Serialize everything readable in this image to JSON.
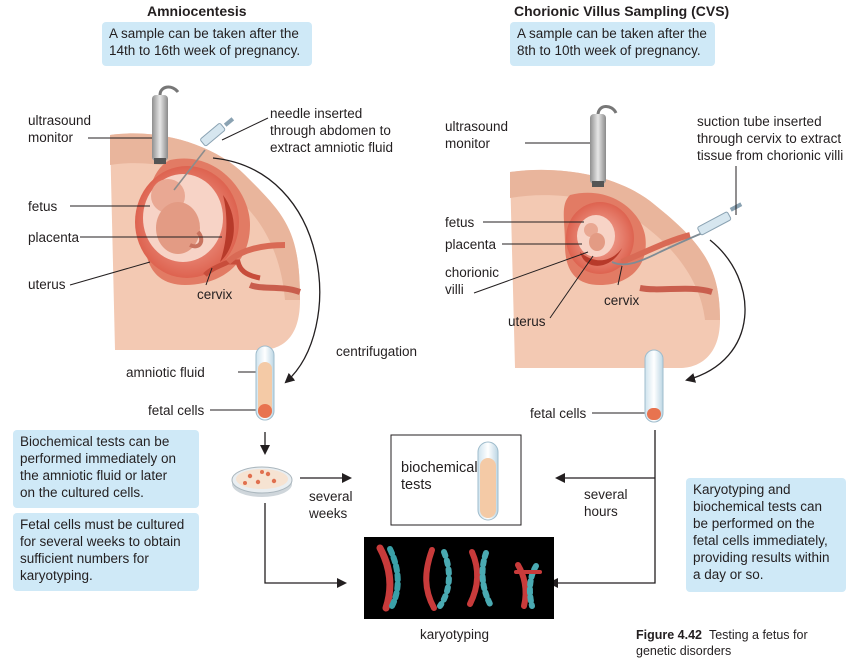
{
  "left": {
    "title": "Amniocentesis",
    "note_line1": "A sample can be taken after the",
    "note_line2": "14th to 16th week of pregnancy.",
    "ultrasound_1": "ultrasound",
    "ultrasound_2": "monitor",
    "needle_1": "needle inserted",
    "needle_2": "through abdomen to",
    "needle_3": "extract amniotic fluid",
    "fetus": "fetus",
    "placenta": "placenta",
    "uterus": "uterus",
    "cervix": "cervix",
    "centrifugation": "centrifugation",
    "amniotic_fluid": "amniotic fluid",
    "fetal_cells": "fetal cells"
  },
  "right": {
    "title": "Chorionic Villus Sampling (CVS)",
    "note_line1": "A sample can be taken after the",
    "note_line2": "8th to 10th week of pregnancy.",
    "ultrasound_1": "ultrasound",
    "ultrasound_2": "monitor",
    "suction_1": "suction tube inserted",
    "suction_2": "through cervix to extract",
    "suction_3": "tissue from chorionic villi",
    "fetus": "fetus",
    "placenta": "placenta",
    "chorionic_1": "chorionic",
    "chorionic_2": "villi",
    "uterus": "uterus",
    "cervix": "cervix",
    "fetal_cells": "fetal cells"
  },
  "center": {
    "biochemical_1": "biochemical",
    "biochemical_2": "tests",
    "several_weeks_1": "several",
    "several_weeks_2": "weeks",
    "several_hours_1": "several",
    "several_hours_2": "hours",
    "karyotyping": "karyotyping"
  },
  "notes": {
    "biochem_1": "Biochemical tests can be",
    "biochem_2": "performed immediately on",
    "biochem_3": "the amniotic fluid or later",
    "biochem_4": "on the cultured cells.",
    "cultured_1": "Fetal cells must be cultured",
    "cultured_2": "for several weeks to obtain",
    "cultured_3": "sufficient numbers for",
    "cultured_4": "karyotyping.",
    "karyo_1": "Karyotyping and",
    "karyo_2": "biochemical tests can",
    "karyo_3": "be performed on the",
    "karyo_4": "fetal cells immediately,",
    "karyo_5": "providing results within",
    "karyo_6": "a day or so."
  },
  "caption": {
    "figure": "Figure 4.42",
    "text_1": "Testing a fetus for",
    "text_2": "genetic disorders"
  },
  "colors": {
    "note_fill": "#cfe9f7",
    "skin": "#f3c9b3",
    "flesh": "#e58a78",
    "amniotic_fluid": "#f4caa6",
    "fetal_cells": "#e8734f",
    "arrow": "#231f20"
  }
}
